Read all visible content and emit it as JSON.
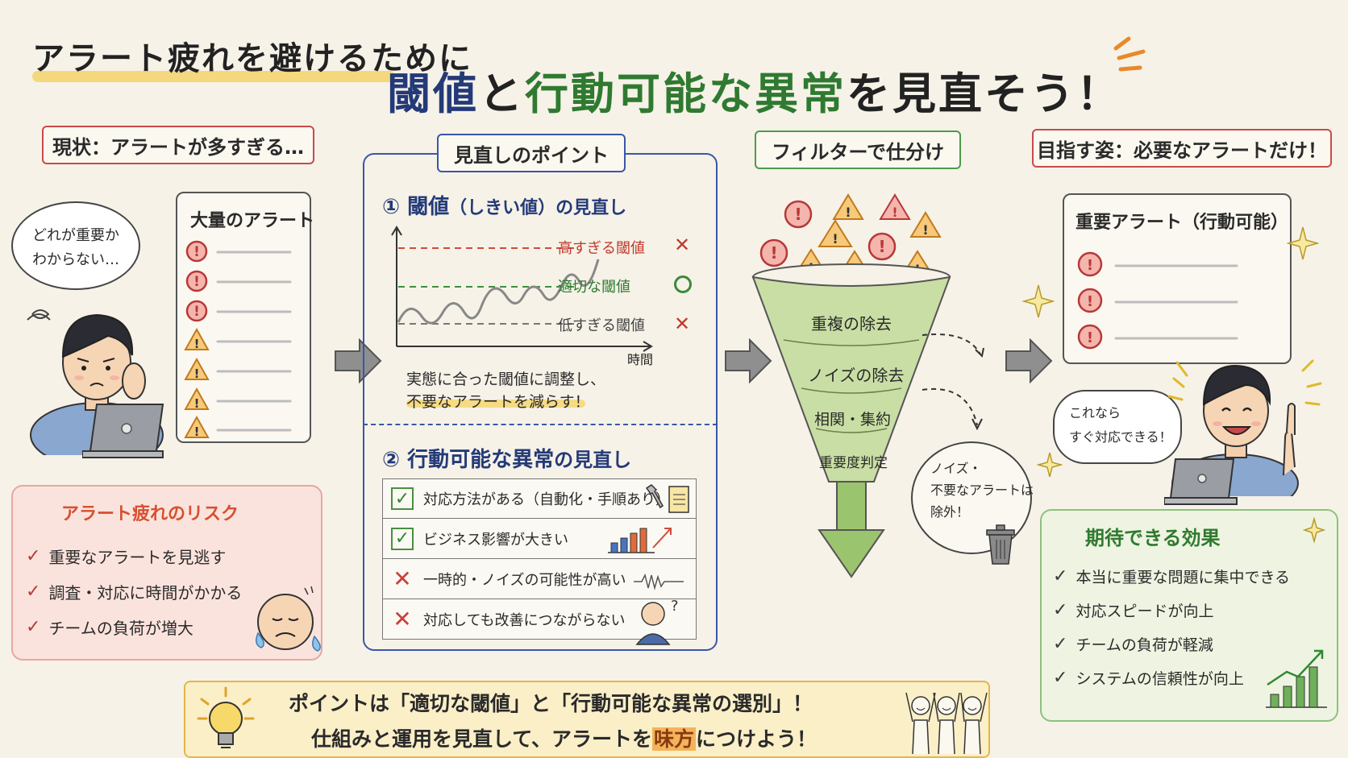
{
  "title": {
    "line1": "アラート疲れを避けるために",
    "line2_part1": "閾値",
    "line2_part2": "と",
    "line2_part3": "行動可能な異常",
    "line2_part4": "を見直そう！"
  },
  "current": {
    "header": "現状：アラートが多すぎる…",
    "bubble_line1": "どれが重要か",
    "bubble_line2": "わからない…",
    "list_title": "大量のアラート",
    "risk_title": "アラート疲れのリスク",
    "risks": [
      "重要なアラートを見逃す",
      "調査・対応に時間がかかる",
      "チームの負荷が増大"
    ]
  },
  "review": {
    "header": "見直しのポイント",
    "section1_num": "①",
    "section1_title_a": "閾値",
    "section1_title_b": "（しきい値）の見直し",
    "chart_labels": {
      "high": "高すぎる閾値",
      "mid": "適切な閾値",
      "low": "低すぎる閾値",
      "xlabel": "時間"
    },
    "section1_desc1": "実態に合った閾値に調整し、",
    "section1_desc2": "不要なアラートを減らす！",
    "section2_num": "②",
    "section2_title_a": "行動可能な異常",
    "section2_title_b": "の見直し",
    "rows": [
      {
        "text": "対応方法がある（自動化・手順あり）",
        "status": "ok"
      },
      {
        "text": "ビジネス影響が大きい",
        "status": "ok"
      },
      {
        "text": "一時的・ノイズの可能性が高い",
        "status": "ng"
      },
      {
        "text": "対応しても改善につながらない",
        "status": "ng"
      }
    ]
  },
  "filter": {
    "header": "フィルターで仕分け",
    "stages": [
      "重複の除去",
      "ノイズの除去",
      "相関・集約",
      "重要度判定"
    ],
    "excluded_line1": "ノイズ・",
    "excluded_line2": "不要なアラートは",
    "excluded_line3": "除外！"
  },
  "goal": {
    "header": "目指す姿：必要なアラートだけ！",
    "list_title": "重要アラート（行動可能）",
    "bubble_line1": "これなら",
    "bubble_line2": "すぐ対応できる！",
    "effect_title": "期待できる効果",
    "effects": [
      "本当に重要な問題に集中できる",
      "対応スピードが向上",
      "チームの負荷が軽減",
      "システムの信頼性が向上"
    ]
  },
  "banner": {
    "line1": "ポイントは「適切な閾値」と「行動可能な異常の選別」！",
    "line2_a": "仕組みと運用を見直して、アラートを",
    "line2_b": "味方",
    "line2_c": "につけよう！"
  },
  "colors": {
    "red": "#c94a4a",
    "blue": "#3a56a8",
    "green": "#4e9a4a",
    "yellow": "#f5d46a"
  }
}
